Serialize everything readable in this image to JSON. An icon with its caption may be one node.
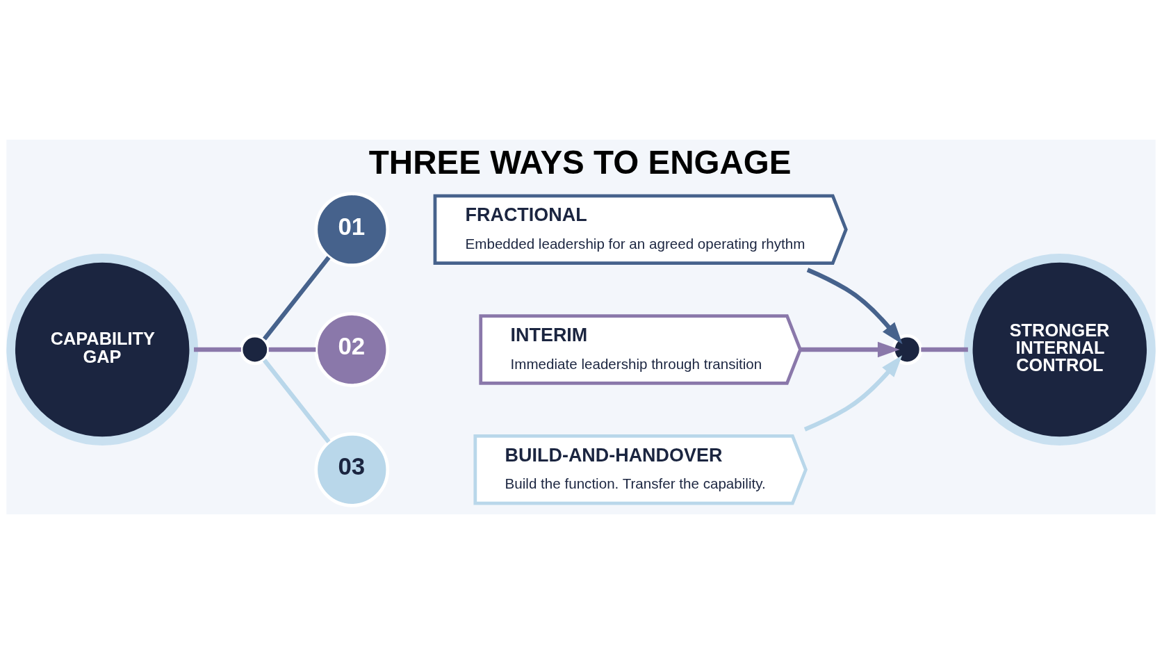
{
  "diagram": {
    "title": "THREE WAYS TO ENGAGE",
    "nodes": [
      {
        "text": [
          "CAPABILITY GAP"
        ]
      },
      {
        "text": [],
        "shape": "circle"
      },
      {
        "text": [
          "01"
        ]
      },
      {
        "text": [
          "FRACTIONAL",
          "Embedded leadership for an agreed operating rhythm"
        ]
      },
      {
        "text": [
          "02"
        ]
      },
      {
        "text": [
          "INTERIM",
          "Immediate leadership through transition"
        ]
      },
      {
        "text": [
          "03"
        ]
      },
      {
        "text": [
          "BUILD-AND-HANDOVER",
          "Build the function. Transfer the capability."
        ]
      },
      {
        "text": [],
        "shape": "circle"
      },
      {
        "text": [
          "STRONGER INTERNAL CONTROL"
        ]
      }
    ],
    "edges": [
      {
        "from": 0,
        "to": 1,
        "arrow": "none",
        "color": "#8a78aa"
      },
      {
        "from": 1,
        "to": 2,
        "arrow": "none",
        "color": "#46628c"
      },
      {
        "from": 1,
        "to": 4,
        "arrow": "none",
        "color": "#8a78aa"
      },
      {
        "from": 1,
        "to": 6,
        "arrow": "none",
        "color": "#b9d7ea"
      },
      {
        "from": 3,
        "to": 8,
        "arrow": "to",
        "color": "#46628c"
      },
      {
        "from": 5,
        "to": 8,
        "arrow": "to",
        "color": "#8a78aa"
      },
      {
        "from": 7,
        "to": 8,
        "arrow": "to",
        "color": "#b9d7ea"
      },
      {
        "from": 8,
        "to": 9,
        "arrow": "none",
        "color": "#8a78aa"
      }
    ]
  }
}
